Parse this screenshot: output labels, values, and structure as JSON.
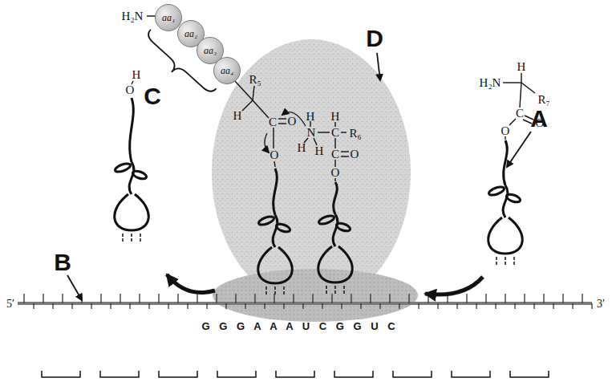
{
  "diagram": {
    "nodes": [
      {
        "text": [
          "aa₁"
        ]
      },
      {
        "text": [
          "aa₂"
        ]
      },
      {
        "text": [
          "aa₃"
        ]
      },
      {
        "text": [
          "aa₄"
        ]
      }
    ],
    "labels": [
      "H₂N",
      "C",
      "D",
      "A",
      "B",
      "O",
      "H",
      "R₅",
      "H",
      "C",
      "O",
      "O",
      "H",
      "N",
      "H",
      "H",
      "H",
      "C",
      "R₆",
      "C",
      "O",
      "O",
      "H₂N",
      "H",
      "R₇",
      "C",
      "O",
      "O",
      "5′",
      "3′",
      "G G G A A A U C G G U C"
    ]
  }
}
